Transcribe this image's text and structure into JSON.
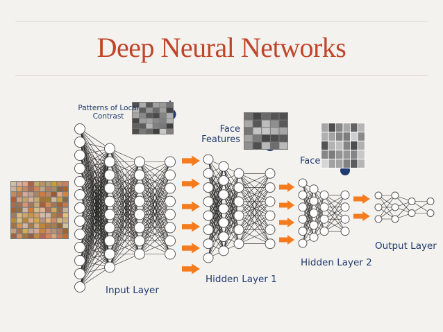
{
  "title": "Deep Neural Networks",
  "labels": {
    "patterns": "Patterns of Local Contrast",
    "face_features": "Face Features",
    "face": "Face",
    "input_layer": "Input Layer",
    "hidden_layer_1": "Hidden Layer 1",
    "hidden_layer_2": "Hidden Layer 2",
    "output_layer": "Output Layer"
  },
  "colors": {
    "title": "#c0452a",
    "label": "#1f3a6e",
    "arrow": "#f47c1e",
    "highlight_node": "#1f3a6e",
    "node_fill": "#ffffff",
    "node_stroke": "#555555",
    "edge": "#222222"
  },
  "stages": [
    {
      "name": "input-network",
      "layers": [
        13,
        10,
        8,
        8
      ],
      "highlight_layer": 3,
      "highlight_node": 0
    },
    {
      "name": "hidden-1-network",
      "layers": [
        8,
        7,
        6,
        6
      ],
      "highlight_layer": 3,
      "highlight_node": 0
    },
    {
      "name": "hidden-2-network",
      "layers": [
        6,
        5,
        4,
        4
      ],
      "highlight_layer": 3,
      "highlight_node": 0
    },
    {
      "name": "output-network",
      "layers": [
        3,
        3,
        2,
        2
      ],
      "highlight_layer": -1,
      "highlight_node": -1
    }
  ],
  "arrow_groups": [
    {
      "name": "arrows-input-to-hidden1",
      "count": 6
    },
    {
      "name": "arrows-hidden1-to-hidden2",
      "count": 4
    },
    {
      "name": "arrows-hidden2-to-output",
      "count": 2
    }
  ],
  "images": [
    {
      "name": "input-faces-mosaic-image",
      "tiles": [
        10,
        11
      ]
    },
    {
      "name": "local-contrast-patterns-image",
      "tiles": [
        6,
        6
      ]
    },
    {
      "name": "face-features-image",
      "tiles": [
        5,
        5
      ]
    },
    {
      "name": "faces-image",
      "tiles": [
        6,
        5
      ]
    }
  ]
}
